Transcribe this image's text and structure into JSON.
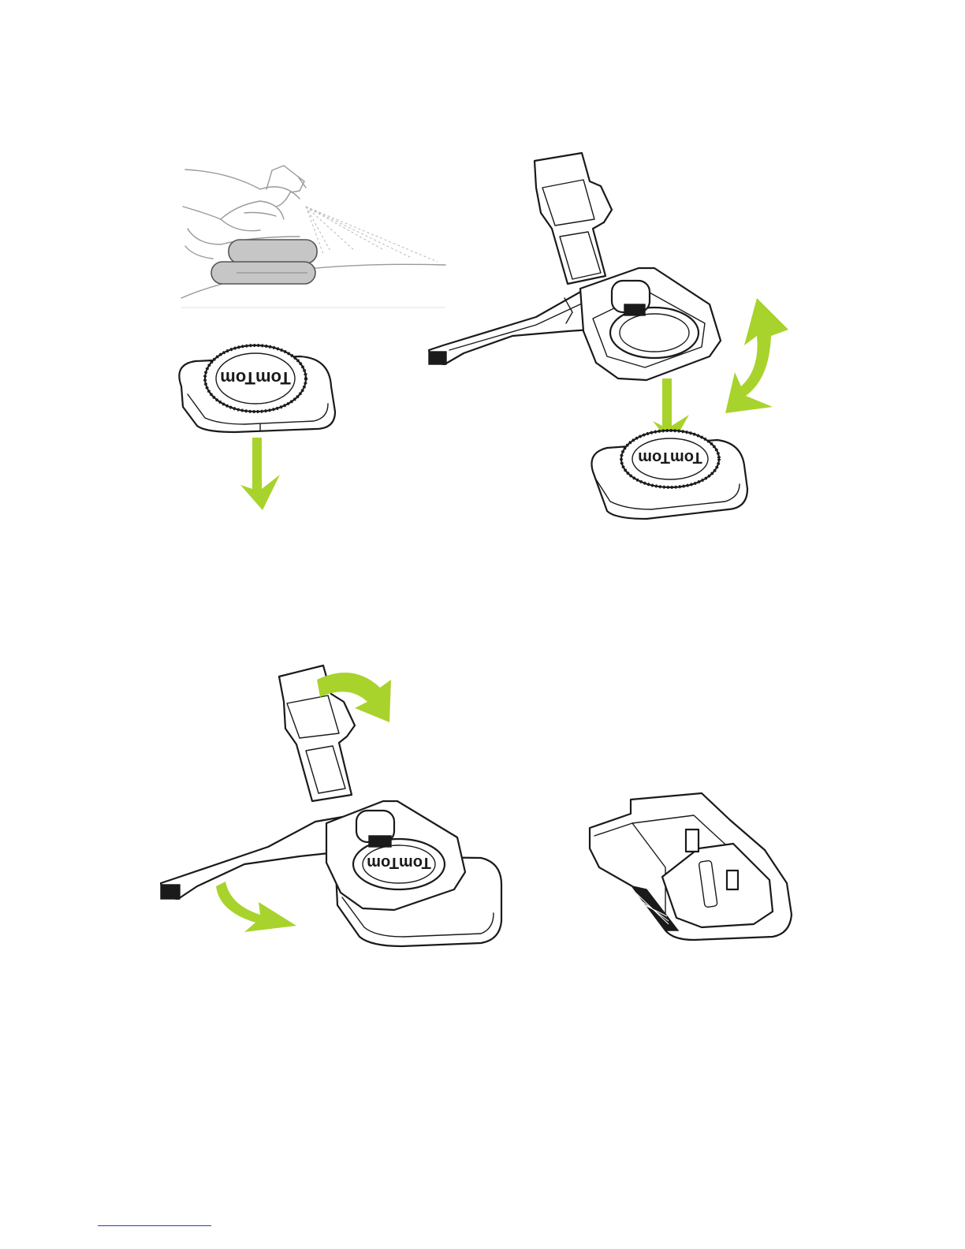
{
  "panels": {
    "clean": {
      "logo_text": "TomTom"
    },
    "attach": {
      "logo_text": "TomTom"
    },
    "release": {
      "logo_text": "TomTom"
    },
    "folded": {}
  },
  "colors": {
    "arrow": "#a8d32c",
    "line": "#1a1a1a",
    "footer_link": "#1f3fbf"
  },
  "icons": [
    "spray-bottle-icon",
    "cloth-icon",
    "arrow-down-icon",
    "arrow-rotate-icon",
    "arrow-curve-icon"
  ]
}
